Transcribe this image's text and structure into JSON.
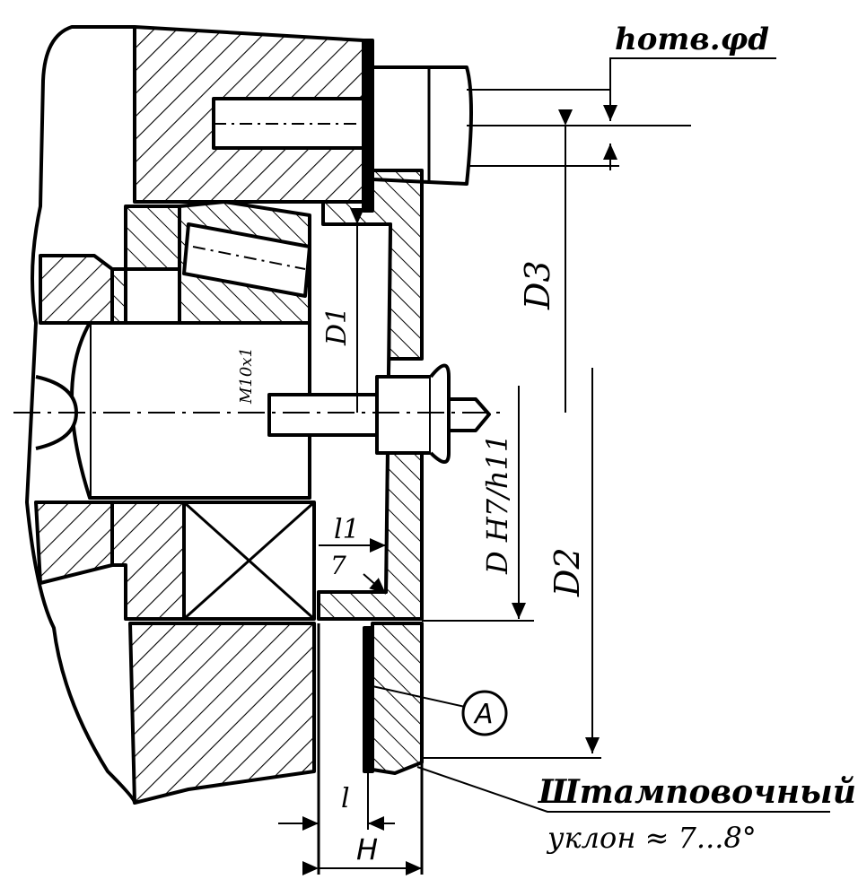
{
  "labels": {
    "hole_dim": "hотв.φd",
    "d3": "D3",
    "d2": "D2",
    "d1": "D1",
    "fit": "D H7/h11",
    "stud": "М10х1",
    "l1": "l1",
    "seven": "7",
    "callout_a": "A",
    "l": "l",
    "h": "H",
    "note_line1": "Штамповочный",
    "note_line2": "уклон ≈ 7...8°"
  },
  "colors": {
    "ink": "#000000",
    "paper": "#ffffff"
  }
}
